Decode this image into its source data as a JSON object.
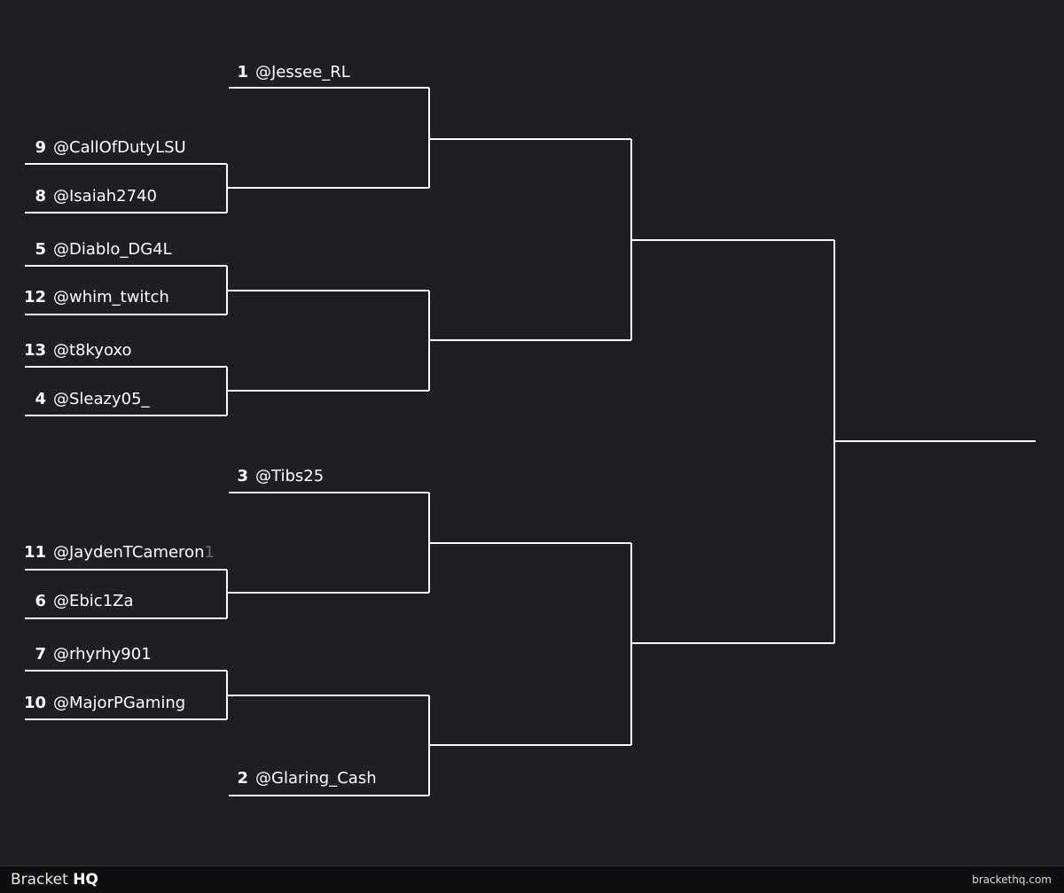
{
  "bracket": {
    "entrants": [
      {
        "key": "e1",
        "seed": "1",
        "handle": "@Jessee_RL"
      },
      {
        "key": "e9",
        "seed": "9",
        "handle": "@CallOfDutyLSU"
      },
      {
        "key": "e8",
        "seed": "8",
        "handle": "@Isaiah2740"
      },
      {
        "key": "e5",
        "seed": "5",
        "handle": "@Diablo_DG4L"
      },
      {
        "key": "e12",
        "seed": "12",
        "handle": "@whim_twitch"
      },
      {
        "key": "e13",
        "seed": "13",
        "handle": "@t8kyoxo"
      },
      {
        "key": "e4",
        "seed": "4",
        "handle": "@Sleazy05_"
      },
      {
        "key": "e3",
        "seed": "3",
        "handle": "@Tibs25"
      },
      {
        "key": "e11",
        "seed": "11",
        "handle": "@JaydenTCameron",
        "handle_suffix": "1"
      },
      {
        "key": "e6",
        "seed": "6",
        "handle": "@Ebic1Za"
      },
      {
        "key": "e7",
        "seed": "7",
        "handle": "@rhyrhy901"
      },
      {
        "key": "e10",
        "seed": "10",
        "handle": "@MajorPGaming"
      },
      {
        "key": "e2",
        "seed": "2",
        "handle": "@Glaring_Cash"
      }
    ]
  },
  "footer": {
    "brand_light": "Bracket",
    "brand_bold": "HQ",
    "url": "brackethq.com"
  },
  "colors": {
    "background": "#1f1f23",
    "lines": "#ffffff",
    "footer_background": "#0f0f12"
  }
}
